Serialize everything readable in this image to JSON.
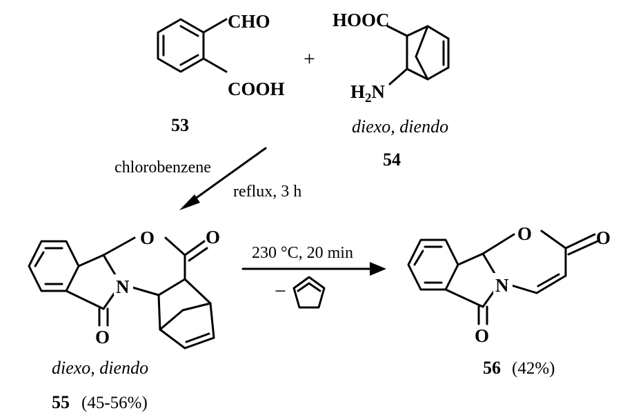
{
  "compound_53": {
    "label": "53",
    "substituent_top": "CHO",
    "substituent_bottom": "COOH"
  },
  "plus_sign": "+",
  "compound_54": {
    "label": "54",
    "acid": "HOOC",
    "amine_h": "H",
    "amine_sub": "2",
    "amine_n": "N",
    "stereo": "diexo, diendo"
  },
  "step_1": {
    "solvent": "chlorobenzene",
    "conditions": "reflux, 3 h"
  },
  "compound_55": {
    "ring_o": "O",
    "carbonyl_o_top": "O",
    "nitrogen": "N",
    "carbonyl_o_bottom": "O",
    "stereo": "diexo, diendo",
    "label": "55",
    "yield": "(45-56%)"
  },
  "step_2": {
    "conditions": "230 °C, 20 min",
    "minus": "−"
  },
  "compound_56": {
    "ring_o": "O",
    "carbonyl_o_top": "O",
    "nitrogen": "N",
    "carbonyl_o_bottom": "O",
    "label": "56",
    "yield": "(42%)"
  }
}
